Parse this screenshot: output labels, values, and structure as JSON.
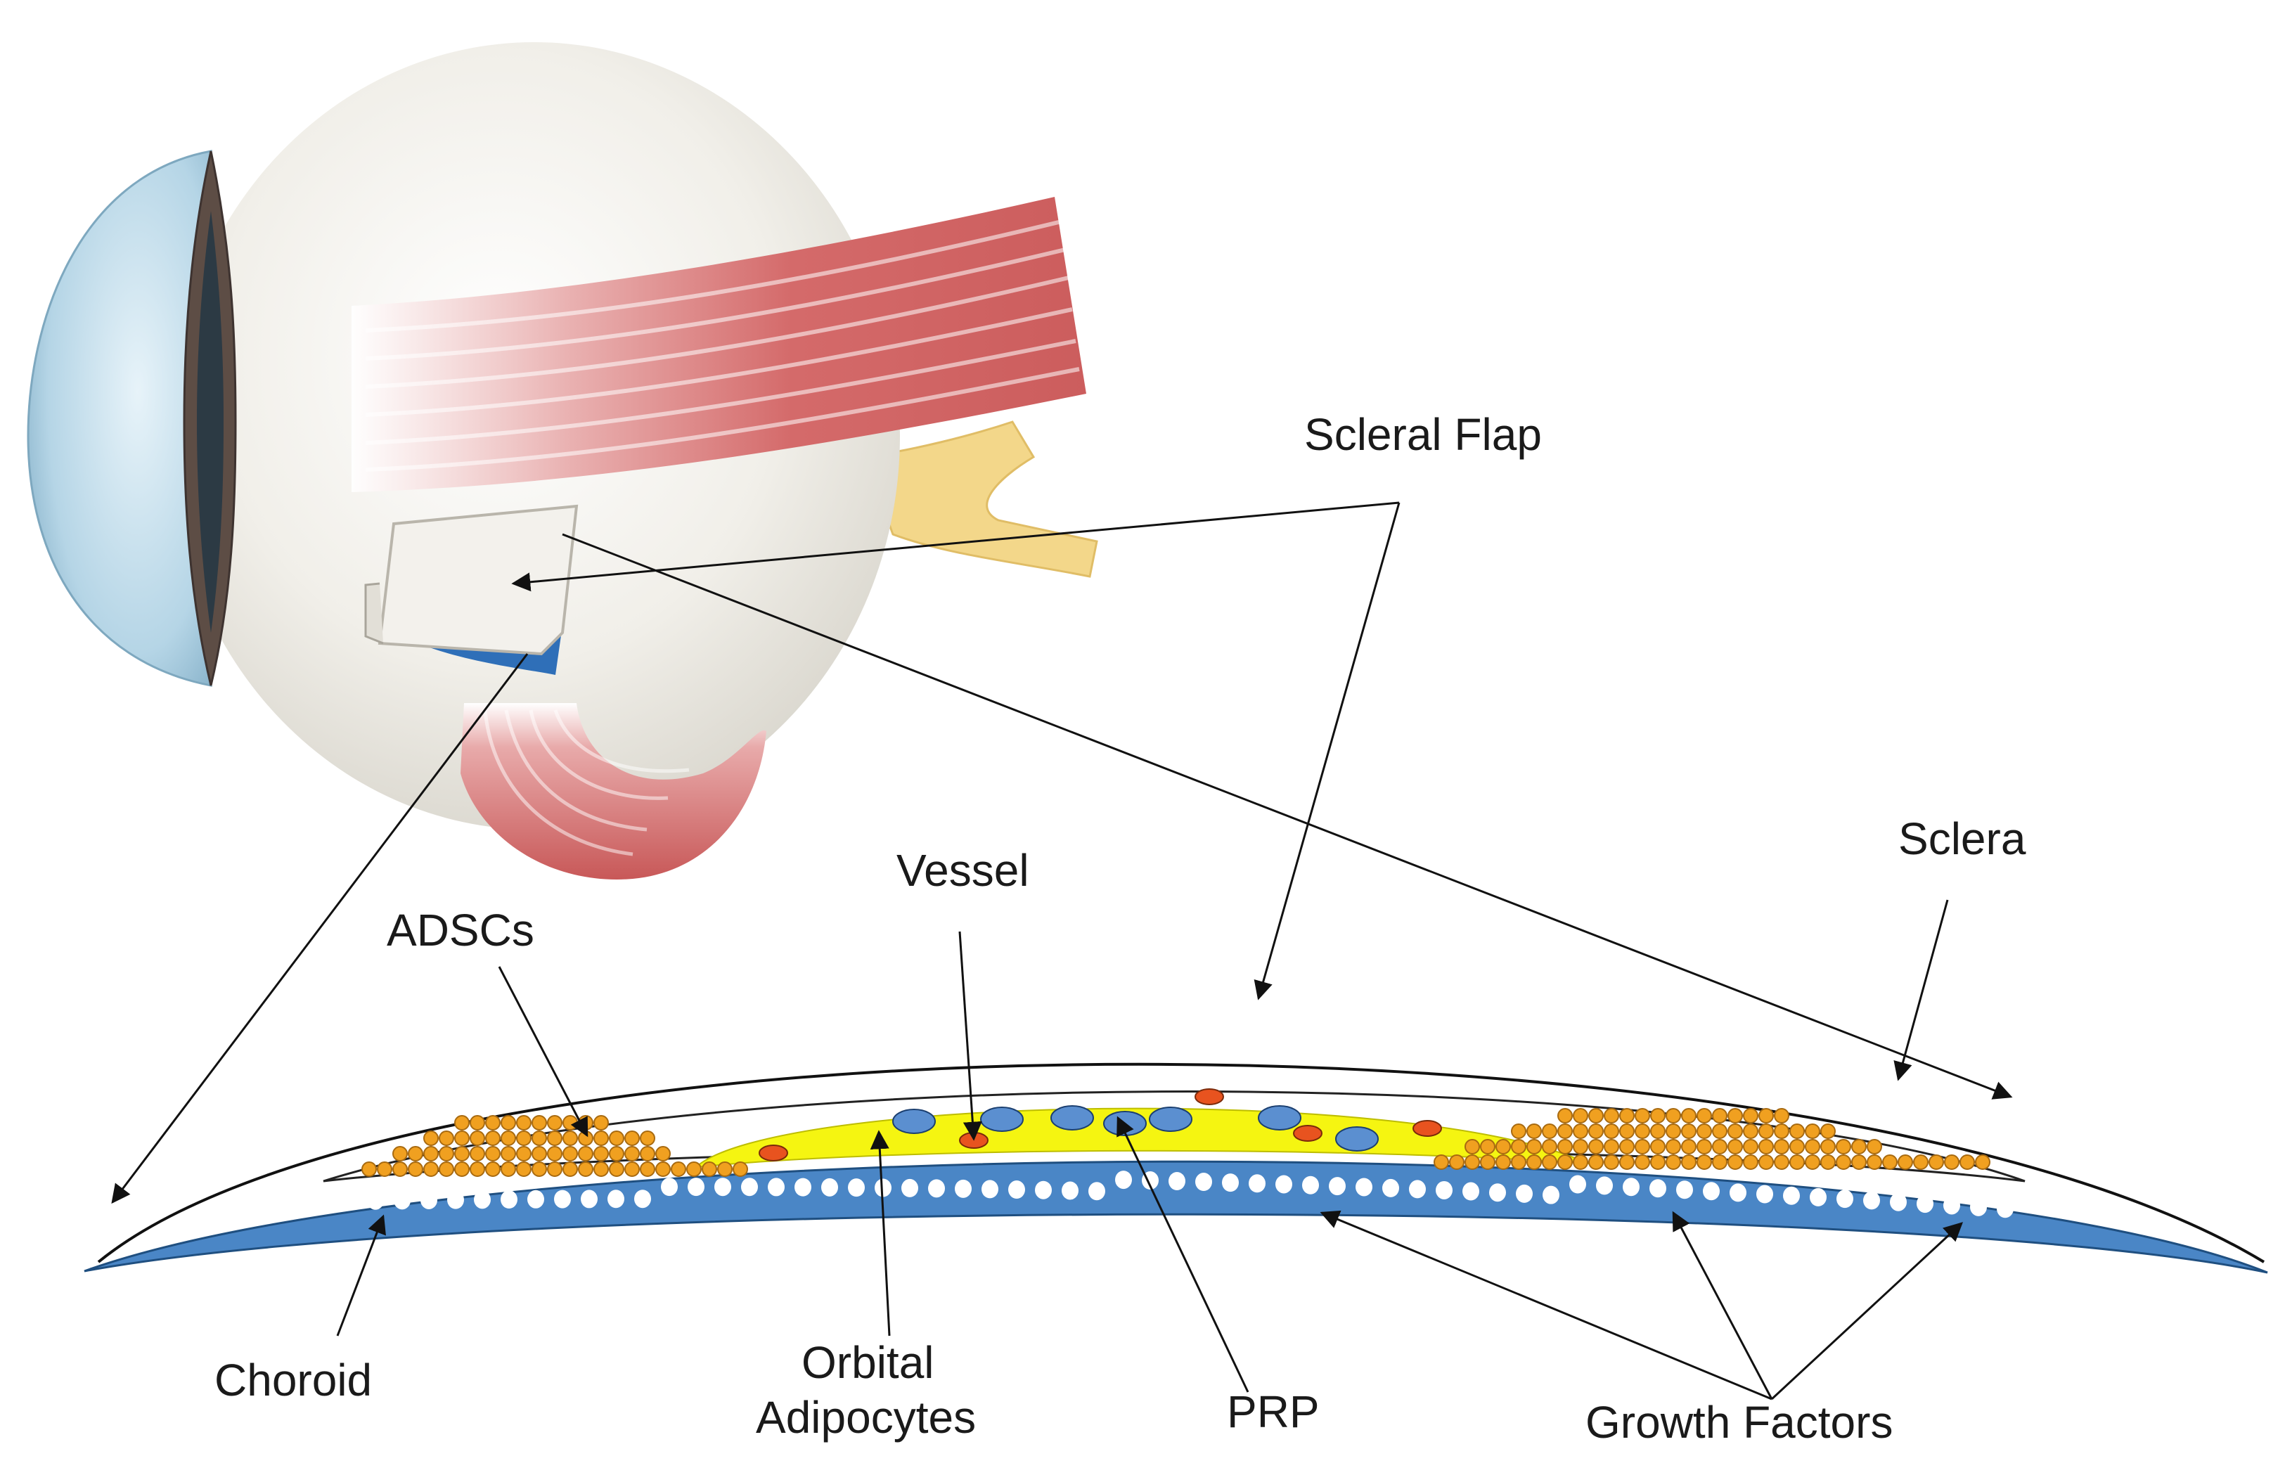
{
  "labels": {
    "scleral_flap": "Scleral Flap",
    "sclera": "Sclera",
    "vessel": "Vessel",
    "adscs": "ADSCs",
    "choroid": "Choroid",
    "orbital_line1": "Orbital",
    "orbital_line2": "Adipocytes",
    "prp": "PRP",
    "growth_factors": "Growth Factors"
  },
  "colors": {
    "choroid": "#4a86c6",
    "adipocyte_layer": "#f5f511",
    "adscs": "#f0a020",
    "vessel": "#e8531f",
    "muscle": "#d06060",
    "tendon": "#f0d080",
    "cornea": "#b9d8e8"
  },
  "icons": {
    "eyeball": "eyeball-illustration",
    "muscle": "extraocular-muscle",
    "flap": "scleral-flap"
  }
}
